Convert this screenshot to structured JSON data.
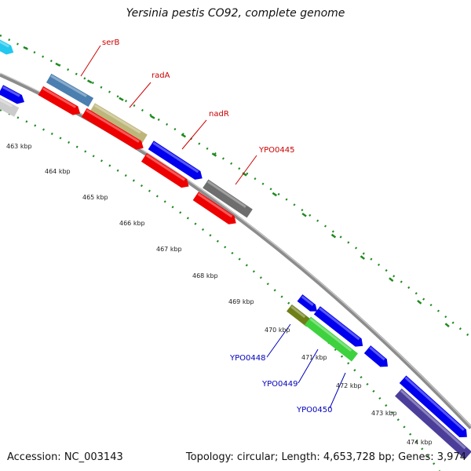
{
  "title": "Yersinia pestis CO92, complete genome",
  "footer": {
    "accession": "Accession: NC_003143",
    "topology": "Topology: circular; Length: 4,653,728 bp; Genes: 3,974"
  },
  "colors": {
    "backbone": "#8c8c8c",
    "tick": "#1f8a1f",
    "label_top": "#cc0000",
    "label_bottom": "#0000bb",
    "red": "#ee0000",
    "blue": "#0000ee",
    "dark_blue": "#4b3e9a",
    "grey": "#6e6e6e",
    "steel_blue": "#4a7fb0",
    "khaki": "#bdb67a",
    "olive": "#6f7f18",
    "green": "#3ed23e",
    "cyan": "#22c8ee",
    "light_grey": "#cccccc"
  },
  "axis": {
    "ticks": [
      "463 kbp",
      "464 kbp",
      "465 kbp",
      "466 kbp",
      "467 kbp",
      "468 kbp",
      "469 kbp",
      "470 kbp",
      "471 kbp",
      "472 kbp",
      "473 kbp",
      "474 kbp"
    ]
  },
  "gene_labels": [
    {
      "name": "serB",
      "color": "label_top"
    },
    {
      "name": "radA",
      "color": "label_top"
    },
    {
      "name": "nadR",
      "color": "label_top"
    },
    {
      "name": "YPO0445",
      "color": "label_top"
    },
    {
      "name": "YPO0448",
      "color": "label_bottom"
    },
    {
      "name": "YPO0449",
      "color": "label_bottom"
    },
    {
      "name": "YPO0450",
      "color": "label_bottom"
    }
  ]
}
